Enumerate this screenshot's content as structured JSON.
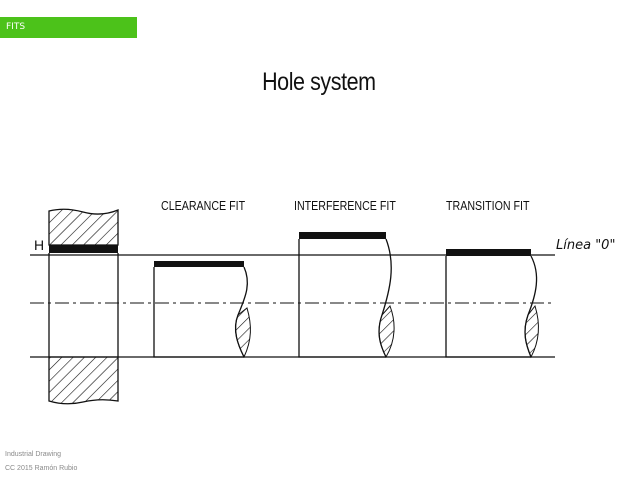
{
  "header": {
    "tag": "FITS",
    "title": "Hole system"
  },
  "fits": [
    {
      "label": "CLEARANCE FIT"
    },
    {
      "label": "INTERFERENCE FIT"
    },
    {
      "label": "TRANSITION FIT"
    }
  ],
  "diagram": {
    "hole_label": "H",
    "zero_line_label": "Línea \"0\""
  },
  "footer": {
    "line1": "Industrial Drawing",
    "line2": "CC 2015 Ramón Rubio"
  },
  "colors": {
    "accent": "#4cc21a"
  }
}
